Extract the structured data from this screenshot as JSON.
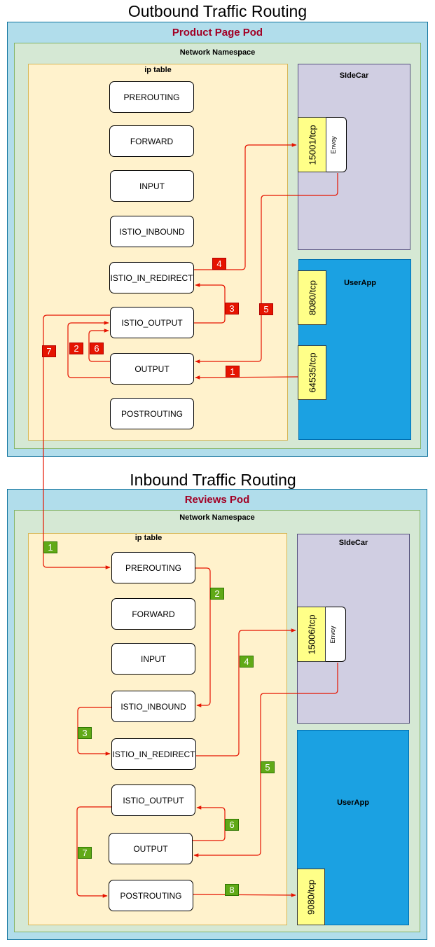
{
  "colors": {
    "pod_fill": "#b1ddeb",
    "namespace_fill": "#d5e8d4",
    "iptable_fill": "#fff2cc",
    "sidecar_fill": "#d0cee2",
    "userapp_fill": "#1ba1e2",
    "port_fill": "#ffff88",
    "arrow": "#e51400",
    "outbound_badge": "#e51400",
    "inbound_badge": "#60a917"
  },
  "outbound": {
    "title": "Outbound Traffic Routing",
    "pod_label": "Product Page Pod",
    "namespace_label": "Network Namespace",
    "iptable_label": "ip table",
    "chains": [
      "PREROUTING",
      "FORWARD",
      "INPUT",
      "ISTIO_INBOUND",
      "ISTIO_IN_REDIRECT",
      "ISTIO_OUTPUT",
      "OUTPUT",
      "POSTROUTING"
    ],
    "sidecar_label": "SIdeCar",
    "envoy_port": "15001/tcp",
    "envoy_label": "Envoy",
    "userapp_label": "UserApp",
    "app_ports": [
      "8080/tcp",
      "64535/tcp"
    ],
    "steps": [
      "1",
      "2",
      "3",
      "4",
      "5",
      "6",
      "7"
    ]
  },
  "inbound": {
    "title": "Inbound Traffic Routing",
    "pod_label": "Reviews Pod",
    "namespace_label": "Network Namespace",
    "iptable_label": "ip table",
    "chains": [
      "PREROUTING",
      "FORWARD",
      "INPUT",
      "ISTIO_INBOUND",
      "ISTIO_IN_REDIRECT",
      "ISTIO_OUTPUT",
      "OUTPUT",
      "POSTROUTING"
    ],
    "sidecar_label": "SIdeCar",
    "envoy_port": "15006/tcp",
    "envoy_label": "Envoy",
    "userapp_label": "UserApp",
    "app_port": "9080/tcp",
    "steps": [
      "1",
      "2",
      "3",
      "4",
      "5",
      "6",
      "7",
      "8"
    ]
  }
}
